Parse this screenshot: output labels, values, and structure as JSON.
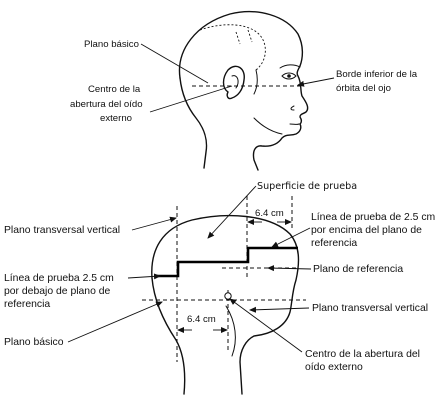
{
  "top_figure": {
    "labels": {
      "plano_basico": "Plano básico",
      "centro_line1": "Centro de la",
      "centro_line2": "abertura del oído",
      "centro_line3": "externo",
      "borde_line1": "Borde inferior de la",
      "borde_line2": "órbita del ojo"
    }
  },
  "bottom_figure": {
    "labels": {
      "superficie": "Superficie de prueba",
      "dim_top": "6.4 cm",
      "plano_transversal_vertical_left": "Plano transversal vertical",
      "linea_encima_line1": "Línea de prueba de 2.5 cm",
      "linea_encima_line2": "por encima del plano de",
      "linea_encima_line3": "referencia",
      "linea_debajo_line1": "Línea de prueba 2.5 cm",
      "linea_debajo_line2": "por debajo de plano de",
      "linea_debajo_line3": "referencia",
      "plano_referencia": "Plano de referencia",
      "plano_transversal_vertical_right": "Plano transversal vertical",
      "dim_bottom": "6.4 cm",
      "plano_basico": "Plano básico",
      "centro_line1": "Centro de la abertura del",
      "centro_line2": "oído externo"
    }
  }
}
